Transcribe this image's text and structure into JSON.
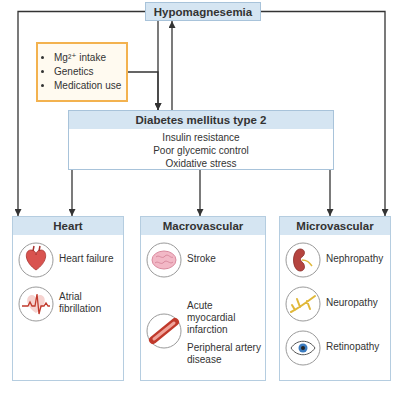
{
  "diagram": {
    "nodes": [
      {
        "text": [
          "Hypomagnesemia"
        ]
      },
      {
        "text": [
          "Mg²⁺ intake",
          "Genetics",
          "Medication use"
        ]
      },
      {
        "text": [
          "Diabetes mellitus type 2",
          "Insulin resistance",
          "Poor glycemic control",
          "Oxidative stress"
        ]
      },
      {
        "text": [
          "Heart"
        ]
      },
      {
        "text": [
          "Heart failure"
        ],
        "in": 3
      },
      {
        "text": [
          "Atrial fibrillation"
        ],
        "in": 3
      },
      {
        "text": [
          "Macrovascular"
        ]
      },
      {
        "text": [
          "Stroke"
        ],
        "in": 6
      },
      {
        "text": [
          "Acute myocardial infarction",
          "Peripheral artery disease"
        ],
        "in": 6
      },
      {
        "text": [
          "Microvascular"
        ]
      },
      {
        "text": [
          "Nephropathy"
        ],
        "in": 9
      },
      {
        "text": [
          "Neuropathy"
        ],
        "in": 9
      },
      {
        "text": [
          "Retinopathy"
        ],
        "in": 9
      }
    ],
    "edges": [
      {
        "from": 0,
        "to": 2,
        "arrow": "to"
      },
      {
        "from": 2,
        "to": 0,
        "arrow": "to"
      },
      {
        "from": 1,
        "to": 2,
        "arrow": "to"
      },
      {
        "from": 0,
        "to": 3,
        "arrow": "to"
      },
      {
        "from": 0,
        "to": 9,
        "arrow": "to"
      },
      {
        "from": 2,
        "to": 3,
        "arrow": "to"
      },
      {
        "from": 2,
        "to": 6,
        "arrow": "to"
      },
      {
        "from": 2,
        "to": 9,
        "arrow": "to"
      }
    ]
  }
}
